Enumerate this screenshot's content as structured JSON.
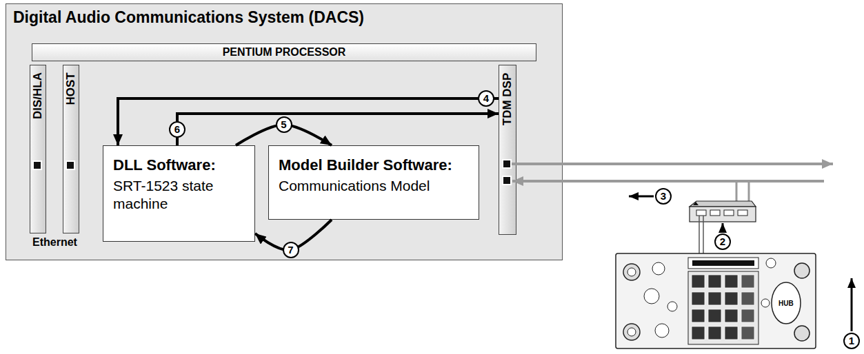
{
  "diagram": {
    "nodes": [
      {
        "text": [
          "Digital Audio Communications System (DACS)"
        ]
      },
      {
        "text": [
          "PENTIUM PROCESSOR"
        ],
        "in": 0
      },
      {
        "text": [
          "DIS/HLA"
        ],
        "in": 0
      },
      {
        "text": [
          "HOST"
        ],
        "in": 0
      },
      {
        "text": [
          "DLL Software:",
          "SRT-1523 state machine"
        ],
        "in": 0
      },
      {
        "text": [
          "Model Builder Software:",
          "Communications Model"
        ],
        "in": 0
      },
      {
        "text": [
          "TDM DSP"
        ],
        "in": 0
      }
    ],
    "edges": [
      {
        "from": 6,
        "to": 4,
        "label": "4",
        "arrow": "to"
      },
      {
        "from": 4,
        "to": 5,
        "label": "5",
        "arrow": "to"
      },
      {
        "from": 4,
        "to": 6,
        "label": "6",
        "arrow": "to"
      },
      {
        "from": 5,
        "to": 4,
        "label": "7",
        "arrow": "to"
      }
    ],
    "labels": [
      "1",
      "2",
      "3",
      "Ethernet",
      "HUB"
    ]
  }
}
